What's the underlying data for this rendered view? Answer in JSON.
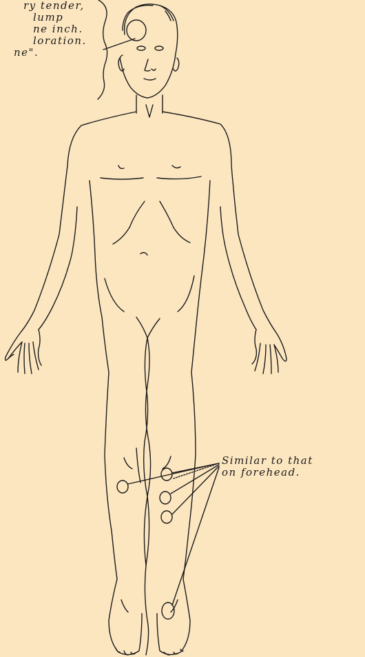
{
  "annotations": {
    "head_note_lines": [
      "ry tender,",
      "lump",
      "ne inch.",
      "loration.",
      "ne\"."
    ],
    "leg_note_lines": [
      "Similar to that",
      "on forehead."
    ]
  },
  "colors": {
    "paper": "#fce6c0",
    "ink": "#1a1a1a"
  }
}
